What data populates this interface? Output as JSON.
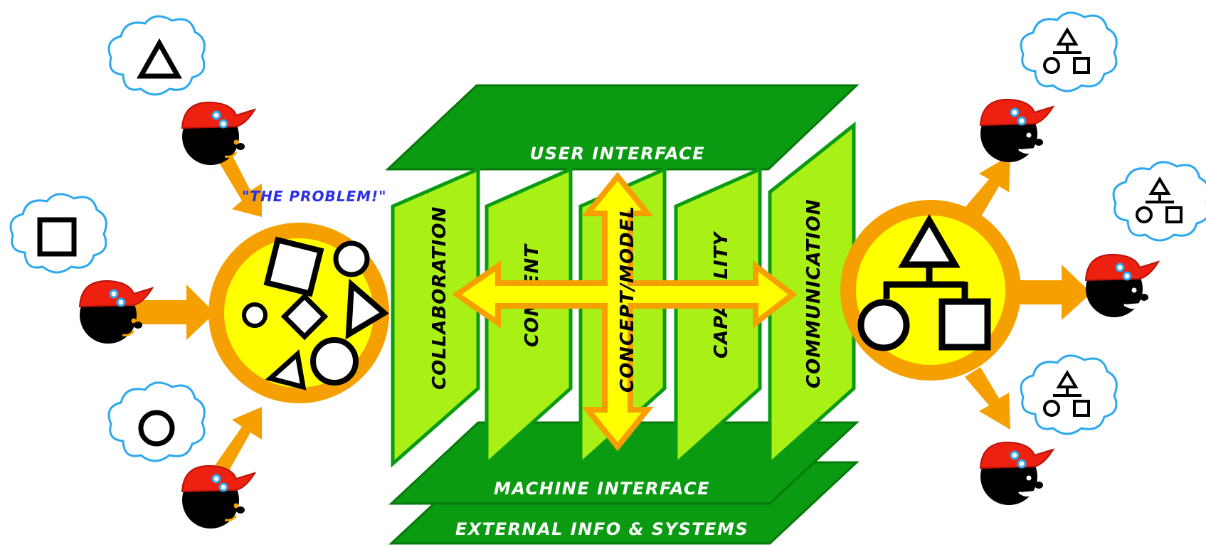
{
  "labels": {
    "problem": "\"THE PROBLEM!\"",
    "user_interface": "USER INTERFACE",
    "machine_interface": "MACHINE INTERFACE",
    "external": "EXTERNAL INFO & SYSTEMS",
    "collaboration": "COLLABORATION",
    "content": "CONTENT",
    "concept_model": "CONCEPT/MODEL",
    "capability": "CAPABILITY",
    "communication": "COMMUNICATION"
  },
  "colors": {
    "dark_green": "#0a9b12",
    "light_green": "#a8f016",
    "yellow": "#ffff00",
    "orange": "#f5a000",
    "cloud_stroke": "#2ca8ee",
    "hat_red": "#ee2010",
    "problem_text": "#2a30e6"
  },
  "icons": [
    "person-icon",
    "thought-cloud-icon",
    "triangle-icon",
    "square-icon",
    "circle-icon",
    "hierarchy-icon"
  ]
}
